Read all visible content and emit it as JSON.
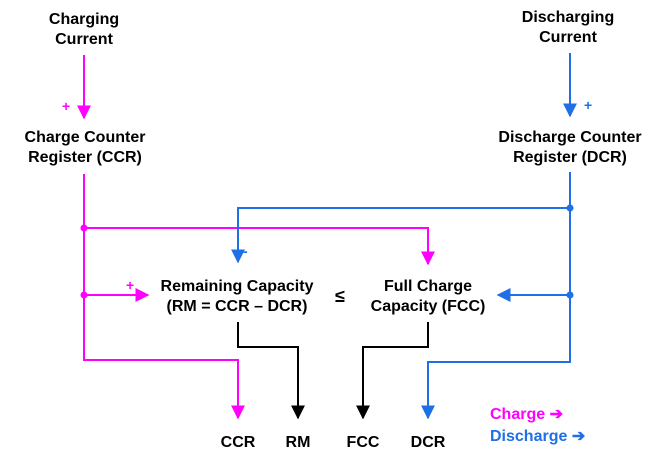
{
  "colors": {
    "charge": "#ff00ff",
    "discharge": "#1f6fe6",
    "neutral": "#000000"
  },
  "labels": {
    "charging_current": [
      "Charging",
      "Current"
    ],
    "discharging_current": [
      "Discharging",
      "Current"
    ],
    "ccr": [
      "Charge Counter",
      "Register (CCR)"
    ],
    "dcr": [
      "Discharge Counter",
      "Register (DCR)"
    ],
    "rm": [
      "Remaining Capacity",
      "(RM = CCR – DCR)"
    ],
    "fcc": [
      "Full Charge",
      "Capacity (FCC)"
    ],
    "comparator": "≤"
  },
  "signs": {
    "ccr_in": "+",
    "dcr_in": "+",
    "rm_plus": "+",
    "rm_minus": "-"
  },
  "outputs": {
    "ccr": "CCR",
    "rm": "RM",
    "fcc": "FCC",
    "dcr": "DCR"
  },
  "legend": {
    "charge": "Charge",
    "discharge": "Discharge",
    "arrow_icon": "➔"
  }
}
